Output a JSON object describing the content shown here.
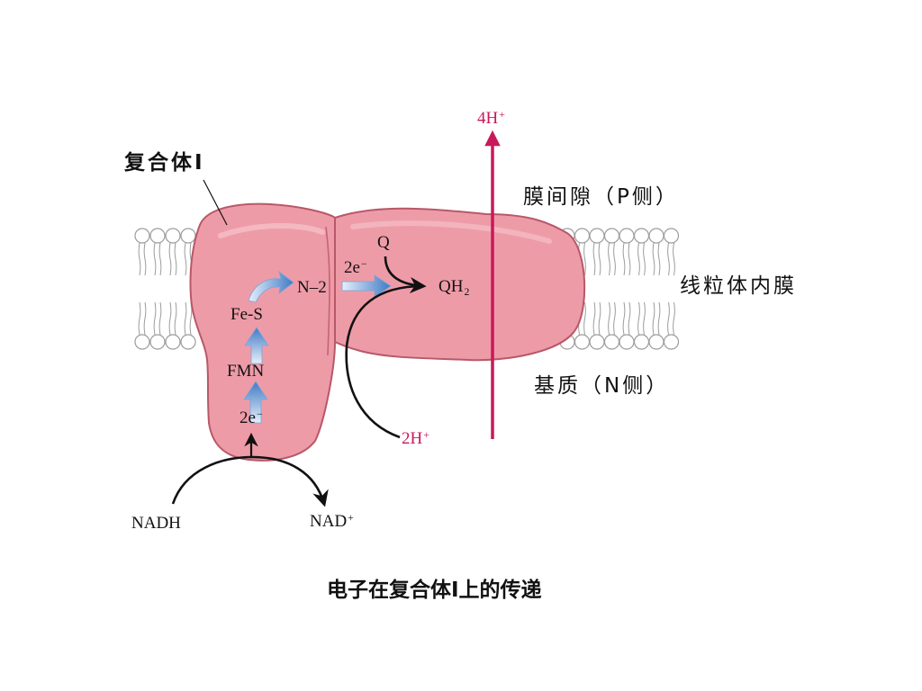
{
  "labels": {
    "complex": "复合体I",
    "ims": "膜间隙（P侧）",
    "membrane": "线粒体内膜",
    "matrix": "基质（N侧）",
    "caption": "电子在复合体I上的传递"
  },
  "molecules": {
    "proton_out": {
      "base": "4H",
      "charge": "+"
    },
    "proton_in": {
      "base": "2H",
      "charge": "+"
    },
    "q": "Q",
    "qh2": {
      "base": "QH",
      "sub": "2"
    },
    "n2": "N–2",
    "fes": "Fe-S",
    "fmn": "FMN",
    "electrons_top": {
      "base": "2e",
      "sup": "−"
    },
    "electrons_bottom": {
      "base": "2e",
      "sup": "−"
    },
    "nadh": "NADH",
    "nad": {
      "base": "NAD",
      "sup": "+"
    }
  },
  "colors": {
    "protein": "#ee9ba8",
    "protein_edge": "#b85868",
    "proton_arrow": "#c8195a",
    "electron_arrow": "#4a82c8",
    "lipid_head": "#ffffff",
    "lipid_outline": "#9c9c9c",
    "line": "#111111"
  }
}
